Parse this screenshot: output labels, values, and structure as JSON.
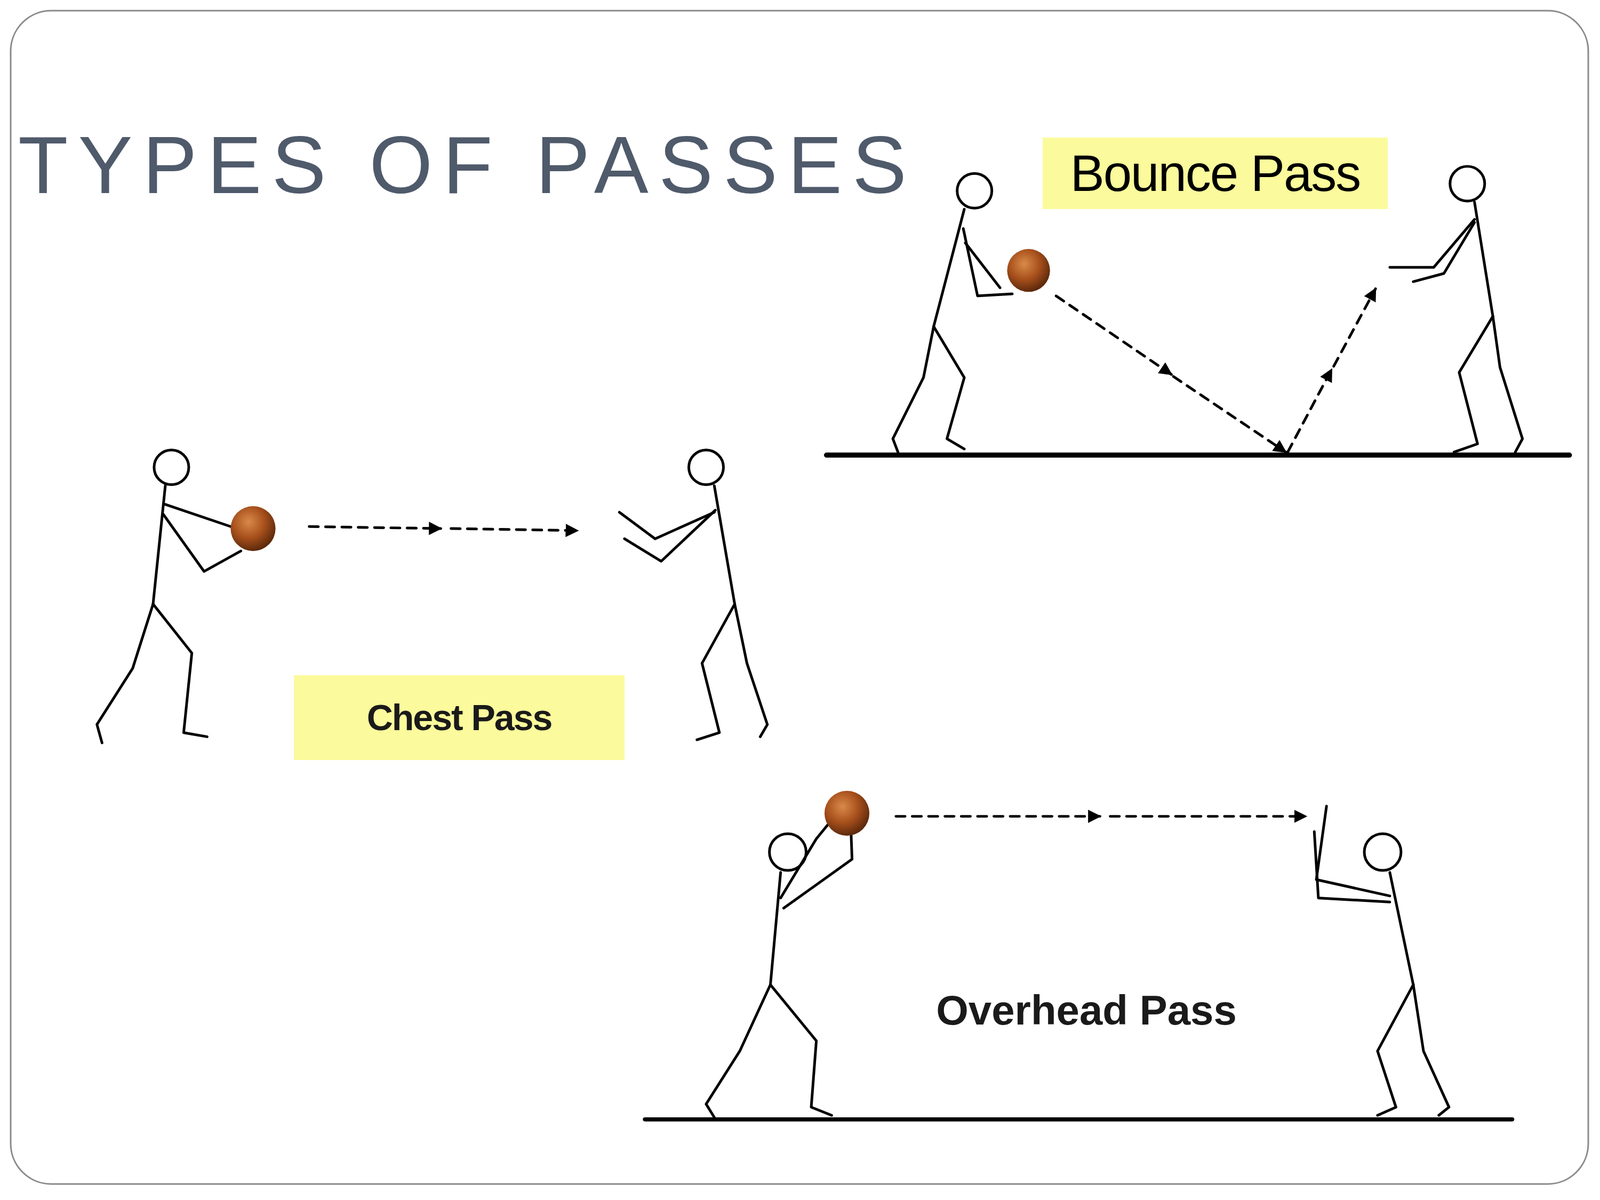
{
  "diagram": {
    "title": "TYPES OF PASSES",
    "nodes": [
      {
        "text": [
          "Bounce Pass"
        ]
      },
      {
        "text": [
          "Chest Pass"
        ]
      }
    ],
    "labels": [
      "Overhead Pass"
    ]
  }
}
